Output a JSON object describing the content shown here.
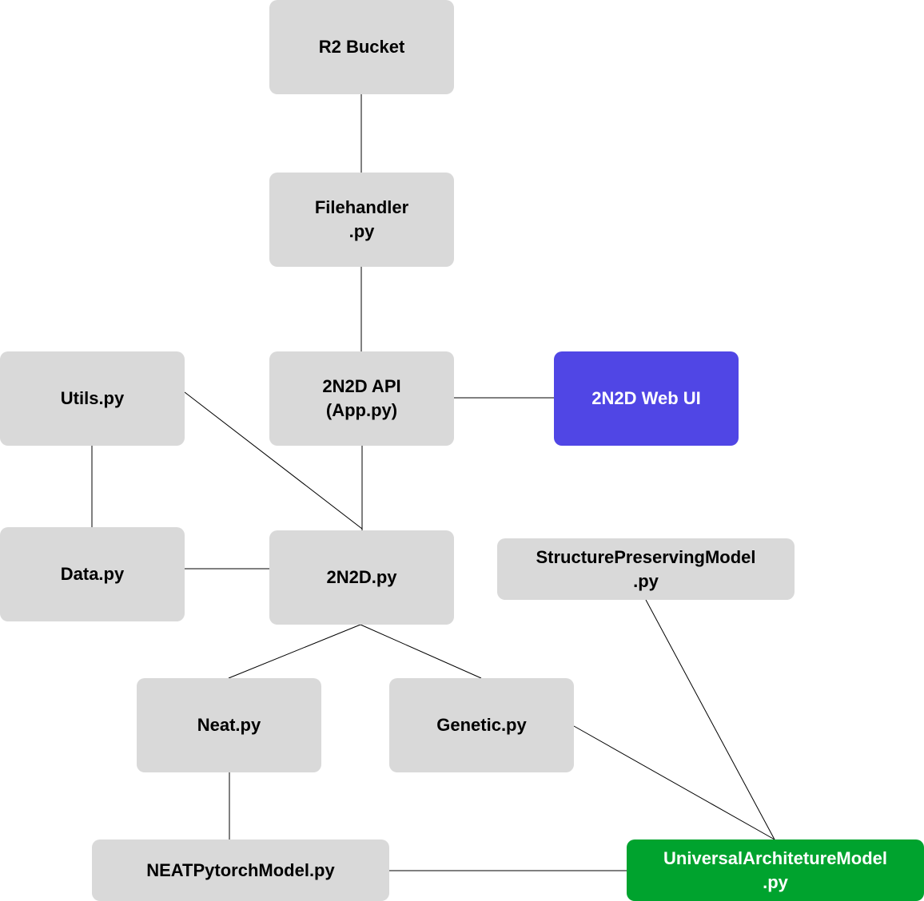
{
  "diagram": {
    "nodes": {
      "r2_bucket": "R2 Bucket",
      "filehandler": "Filehandler\n.py",
      "api": "2N2D API\n(App.py)",
      "web_ui": "2N2D Web UI",
      "utils": "Utils.py",
      "data": "Data.py",
      "main": "2N2D.py",
      "structure_preserving": "StructurePreservingModel\n.py",
      "neat": "Neat.py",
      "genetic": "Genetic.py",
      "neat_pytorch": "NEATPytorchModel.py",
      "universal_arch": "UniversalArchitetureModel\n.py"
    },
    "edges": [
      [
        "r2_bucket",
        "filehandler"
      ],
      [
        "filehandler",
        "api"
      ],
      [
        "api",
        "web_ui"
      ],
      [
        "api",
        "main"
      ],
      [
        "utils",
        "main"
      ],
      [
        "utils",
        "data"
      ],
      [
        "data",
        "main"
      ],
      [
        "main",
        "neat"
      ],
      [
        "main",
        "genetic"
      ],
      [
        "neat",
        "neat_pytorch"
      ],
      [
        "neat_pytorch",
        "universal_arch"
      ],
      [
        "genetic",
        "universal_arch"
      ],
      [
        "structure_preserving",
        "universal_arch"
      ]
    ],
    "colors": {
      "node_default": "#d9d9d9",
      "web_ui_accent": "#5046e5",
      "universal_arch_accent": "#00a32e",
      "edge": "#000000"
    }
  }
}
